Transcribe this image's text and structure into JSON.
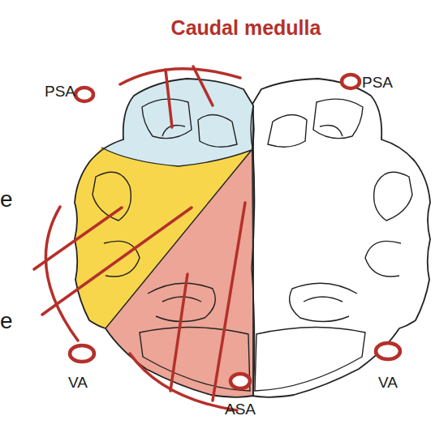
{
  "diagram": {
    "title": "Caudal medulla",
    "nodes": [
      {
        "text": [
          "PSA"
        ]
      },
      {
        "text": [
          "PSA"
        ]
      },
      {
        "text": [
          "VA"
        ]
      },
      {
        "text": [
          "VA"
        ]
      },
      {
        "text": [
          "ASA"
        ]
      }
    ],
    "labels": [
      "e",
      "e"
    ]
  }
}
